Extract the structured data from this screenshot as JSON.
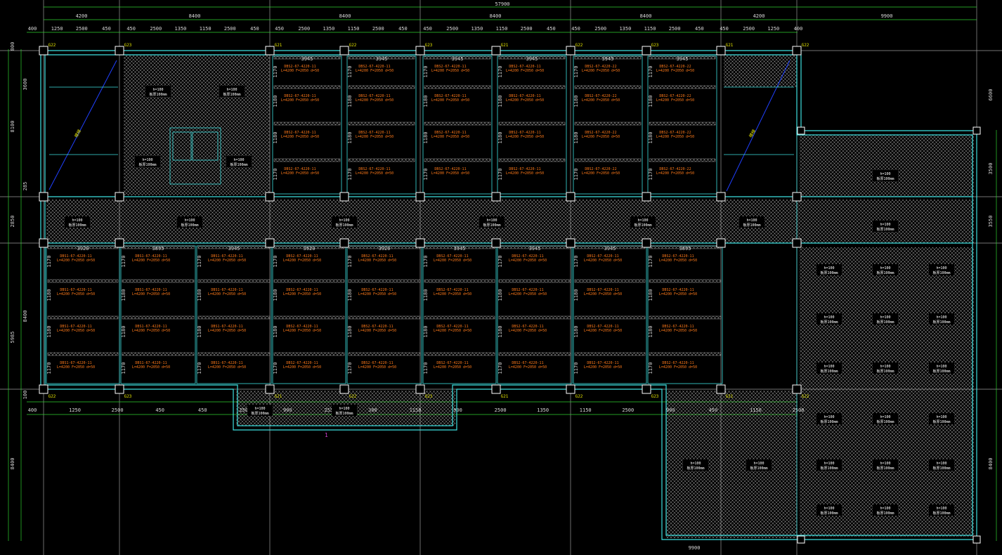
{
  "drawing": {
    "overall_dim": "57900",
    "bay_dims_top": [
      "4200",
      "8400",
      "8400",
      "8400",
      "8400",
      "4200",
      "9900"
    ],
    "sub_dims_top": [
      "400",
      "1250",
      "2500",
      "450",
      "450",
      "2500",
      "1350",
      "1150",
      "2500",
      "450",
      "450",
      "2500",
      "1350",
      "1150",
      "2500",
      "450",
      "450",
      "2500",
      "1350",
      "1150",
      "2500",
      "450",
      "450",
      "2500",
      "1350",
      "1150",
      "2500",
      "450",
      "450",
      "2500",
      "1250",
      "400"
    ],
    "sub_dims_bottom": [
      "400",
      "1250",
      "2500",
      "450",
      "450",
      "2500",
      "900",
      "2550",
      "300",
      "1150",
      "900",
      "2500",
      "1350",
      "1150",
      "2500",
      "900",
      "450",
      "1150",
      "2500"
    ],
    "left_dims": [
      "800",
      "3600",
      "8100",
      "285",
      "2850",
      "8400",
      "5985",
      "100",
      "8400"
    ],
    "right_dims": [
      "6600",
      "3500",
      "3550",
      "8400"
    ],
    "bottom_dim": "9900",
    "beam_tags": [
      "G22",
      "G23",
      "G21"
    ],
    "room_widths_top": [
      "3945",
      "3945",
      "3945",
      "3945",
      "3945",
      "3945"
    ],
    "room_widths_bottom": [
      "3920",
      "3895",
      "3945",
      "3920",
      "3920",
      "3945",
      "3945",
      "3945",
      "3895"
    ],
    "plank_rows": [
      "1170",
      "1180",
      "1180",
      "1170"
    ],
    "slab_label_a": "DBS2-67-4220-11",
    "slab_label_a2": "L=4200  F=2050  d=50",
    "slab_label_b": "DBS1-67-4220-11",
    "slab_label_c": "DBS2-67-4220-22",
    "hatch_label": "h=100",
    "hatch_label2": "板厚100mm",
    "stair_label": "楼梯",
    "axis_mark": "1"
  },
  "colors": {
    "wall": "#3ee0e0",
    "dim_line": "#2fd02f",
    "text": "#d8d8d8",
    "slab_text": "#ff7a1a",
    "beam_text": "#e6e600",
    "stair": "#2040ff",
    "hatch": "#bcbcbc"
  }
}
